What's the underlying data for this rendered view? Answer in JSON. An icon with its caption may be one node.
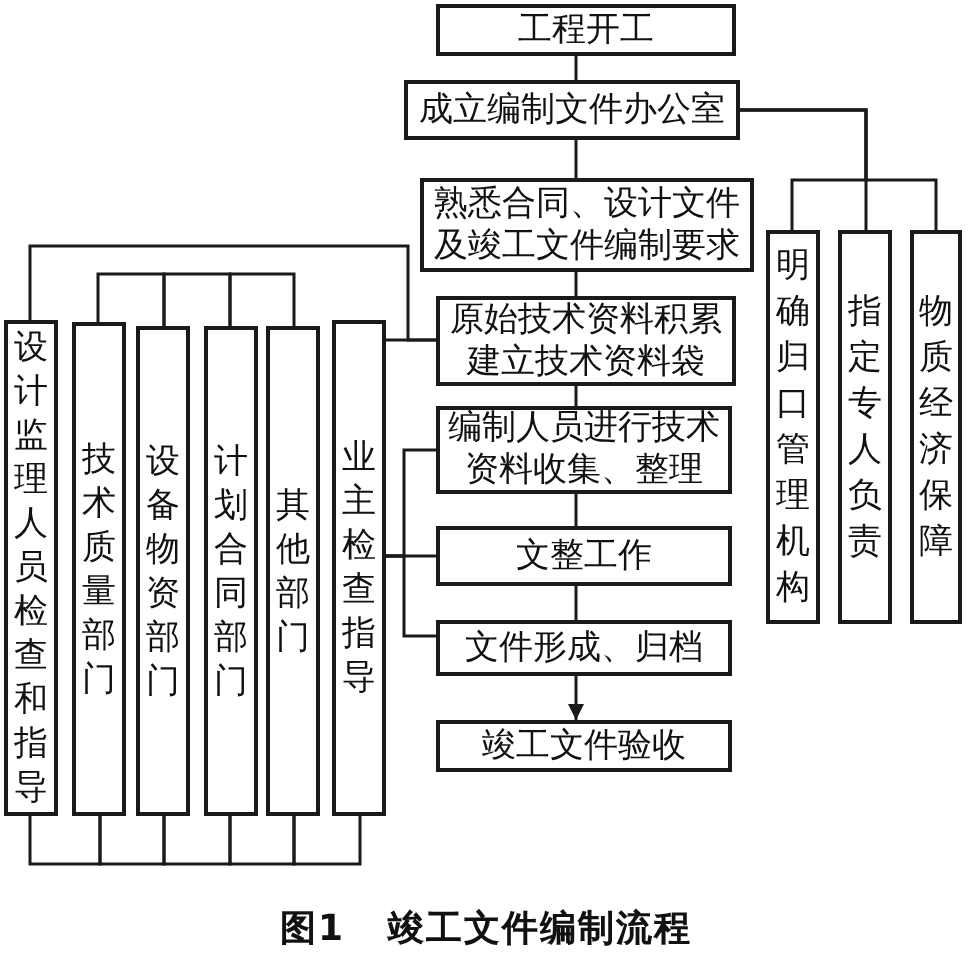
{
  "diagram": {
    "caption": "图1 竣工文件编制流程",
    "nodes": [
      {
        "text": [
          "工程开工"
        ]
      },
      {
        "text": [
          "成立编制文件办公室"
        ]
      },
      {
        "text": [
          "熟悉合同、设计文件及竣工文件编制要求"
        ]
      },
      {
        "text": [
          "原始技术资料积累建立技术资料袋"
        ]
      },
      {
        "text": [
          "编制人员进行技术资料收集、整理"
        ]
      },
      {
        "text": [
          "文整工作"
        ]
      },
      {
        "text": [
          "文件形成、归档"
        ]
      },
      {
        "text": [
          "竣工文件验收"
        ]
      },
      {
        "text": [
          "明确归口管理机构"
        ]
      },
      {
        "text": [
          "指定专人负责"
        ]
      },
      {
        "text": [
          "物质经济保障"
        ]
      },
      {
        "text": [
          "设计监理人员检查和指导"
        ]
      },
      {
        "text": [
          "技术质量部门"
        ]
      },
      {
        "text": [
          "设备物资部门"
        ]
      },
      {
        "text": [
          "计划合同部门"
        ]
      },
      {
        "text": [
          "其他部门"
        ]
      },
      {
        "text": [
          "业主检查指导"
        ]
      }
    ],
    "edges": [
      {
        "from": 0,
        "to": 1,
        "arrow": "none"
      },
      {
        "from": 1,
        "to": 2,
        "arrow": "none"
      },
      {
        "from": 2,
        "to": 3,
        "arrow": "none"
      },
      {
        "from": 3,
        "to": 4,
        "arrow": "none"
      },
      {
        "from": 4,
        "to": 5,
        "arrow": "none"
      },
      {
        "from": 5,
        "to": 6,
        "arrow": "none"
      },
      {
        "from": 6,
        "to": 7,
        "arrow": "to"
      },
      {
        "from": 1,
        "to": 8,
        "arrow": "none"
      },
      {
        "from": 1,
        "to": 9,
        "arrow": "none"
      },
      {
        "from": 1,
        "to": 10,
        "arrow": "none"
      },
      {
        "from": 11,
        "to": 3,
        "arrow": "none"
      },
      {
        "from": 16,
        "to": 3,
        "arrow": "none"
      },
      {
        "from": 16,
        "to": 4,
        "arrow": "none"
      },
      {
        "from": 16,
        "to": 5,
        "arrow": "none"
      },
      {
        "from": 16,
        "to": 6,
        "arrow": "none"
      },
      {
        "from": 12,
        "to": 13,
        "arrow": "none"
      },
      {
        "from": 13,
        "to": 14,
        "arrow": "none"
      },
      {
        "from": 14,
        "to": 15,
        "arrow": "none"
      },
      {
        "from": 11,
        "to": 12,
        "arrow": "none"
      },
      {
        "from": 12,
        "to": 13,
        "arrow": "none"
      },
      {
        "from": 13,
        "to": 14,
        "arrow": "none"
      },
      {
        "from": 14,
        "to": 15,
        "arrow": "none"
      },
      {
        "from": 15,
        "to": 16,
        "arrow": "none"
      }
    ]
  }
}
